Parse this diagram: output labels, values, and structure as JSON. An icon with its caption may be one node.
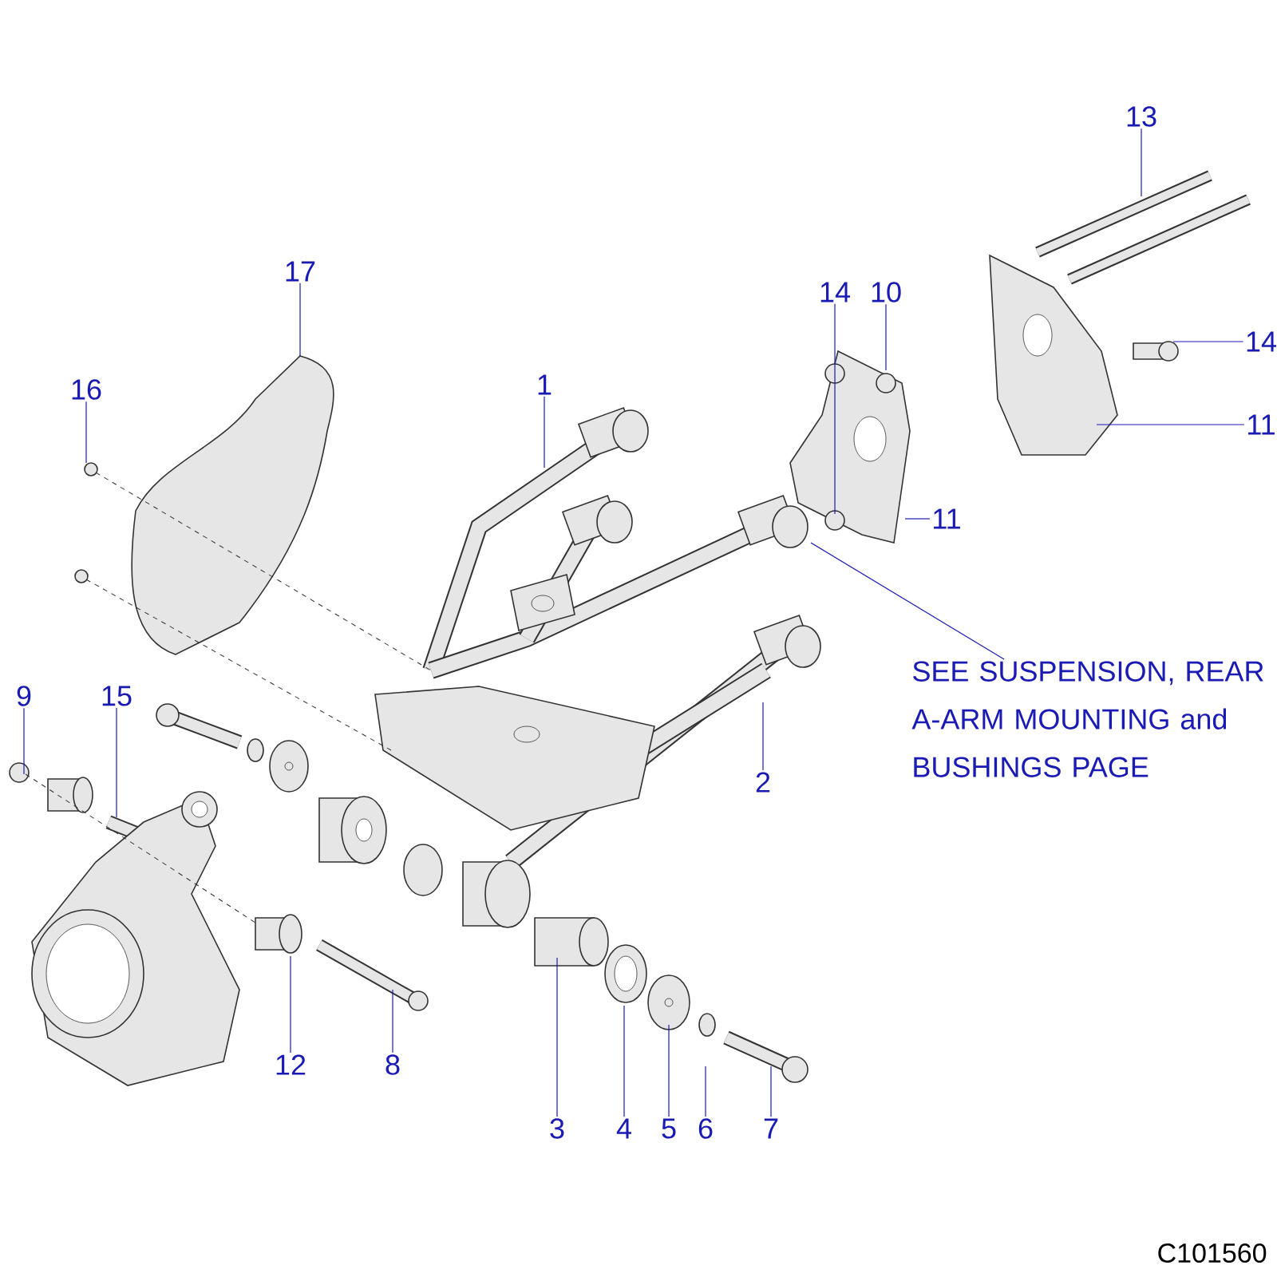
{
  "diagram": {
    "nodes": [
      {
        "text": [
          "1"
        ]
      },
      {
        "text": [
          "2"
        ]
      },
      {
        "text": [
          "3"
        ]
      },
      {
        "text": [
          "4"
        ]
      },
      {
        "text": [
          "5"
        ]
      },
      {
        "text": [
          "6"
        ]
      },
      {
        "text": [
          "7"
        ]
      },
      {
        "text": [
          "8"
        ]
      },
      {
        "text": [
          "9"
        ]
      },
      {
        "text": [
          "10"
        ]
      },
      {
        "text": [
          "11"
        ]
      },
      {
        "text": [
          "11"
        ]
      },
      {
        "text": [
          "12"
        ]
      },
      {
        "text": [
          "13"
        ]
      },
      {
        "text": [
          "14"
        ]
      },
      {
        "text": [
          "14"
        ]
      },
      {
        "text": [
          "15"
        ]
      },
      {
        "text": [
          "16"
        ]
      },
      {
        "text": [
          "17"
        ]
      },
      {
        "text": [
          "SEE SUSPENSION, REAR A-ARM MOUNTING and BUSHINGS PAGE"
        ]
      }
    ],
    "edges": [
      {
        "from": 0,
        "to": null,
        "arrow": "none"
      },
      {
        "from": 1,
        "to": null,
        "arrow": "none"
      },
      {
        "from": 2,
        "to": null,
        "arrow": "none"
      },
      {
        "from": 3,
        "to": null,
        "arrow": "none"
      },
      {
        "from": 4,
        "to": null,
        "arrow": "none"
      },
      {
        "from": 5,
        "to": null,
        "arrow": "none"
      },
      {
        "from": 6,
        "to": null,
        "arrow": "none"
      },
      {
        "from": 7,
        "to": null,
        "arrow": "none"
      },
      {
        "from": 8,
        "to": null,
        "arrow": "none"
      },
      {
        "from": 9,
        "to": null,
        "arrow": "none"
      },
      {
        "from": 10,
        "to": null,
        "arrow": "none"
      },
      {
        "from": 11,
        "to": null,
        "arrow": "none"
      },
      {
        "from": 12,
        "to": null,
        "arrow": "none"
      },
      {
        "from": 13,
        "to": null,
        "arrow": "none"
      },
      {
        "from": 14,
        "to": null,
        "arrow": "none"
      },
      {
        "from": 15,
        "to": null,
        "arrow": "none"
      },
      {
        "from": 16,
        "to": null,
        "arrow": "none"
      },
      {
        "from": 17,
        "to": null,
        "arrow": "none"
      },
      {
        "from": 18,
        "to": null,
        "arrow": "none"
      },
      {
        "from": 19,
        "to": null,
        "arrow": "none"
      }
    ],
    "labels": [
      "C101560"
    ]
  }
}
